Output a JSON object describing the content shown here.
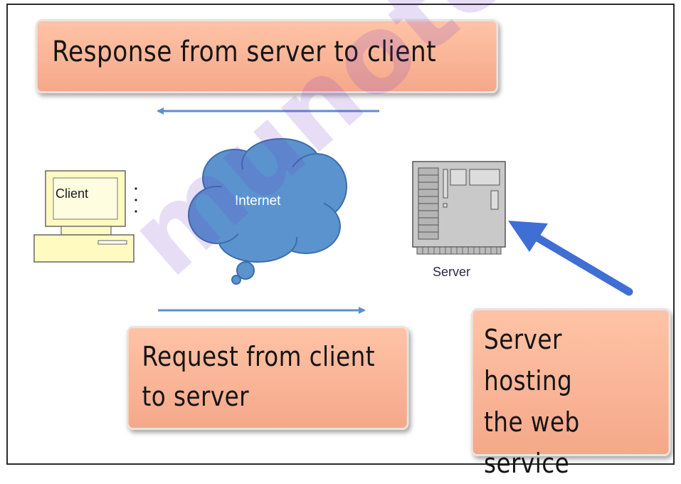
{
  "notes": {
    "response": "Response from server to client",
    "request": "Request from client\nto server",
    "hosting": "Server hosting\nthe web\nservice"
  },
  "nodes": {
    "client": "Client",
    "internet": "Internet",
    "server": "Server"
  },
  "watermark": "munotes.in",
  "colors": {
    "note_fill": "#f9b497",
    "arrow": "#5b8fd0",
    "cloud": "#5b93cf",
    "client_screen": "#fffbc0",
    "server_body": "#c9c9c9",
    "watermark": "#7a3fd0"
  }
}
